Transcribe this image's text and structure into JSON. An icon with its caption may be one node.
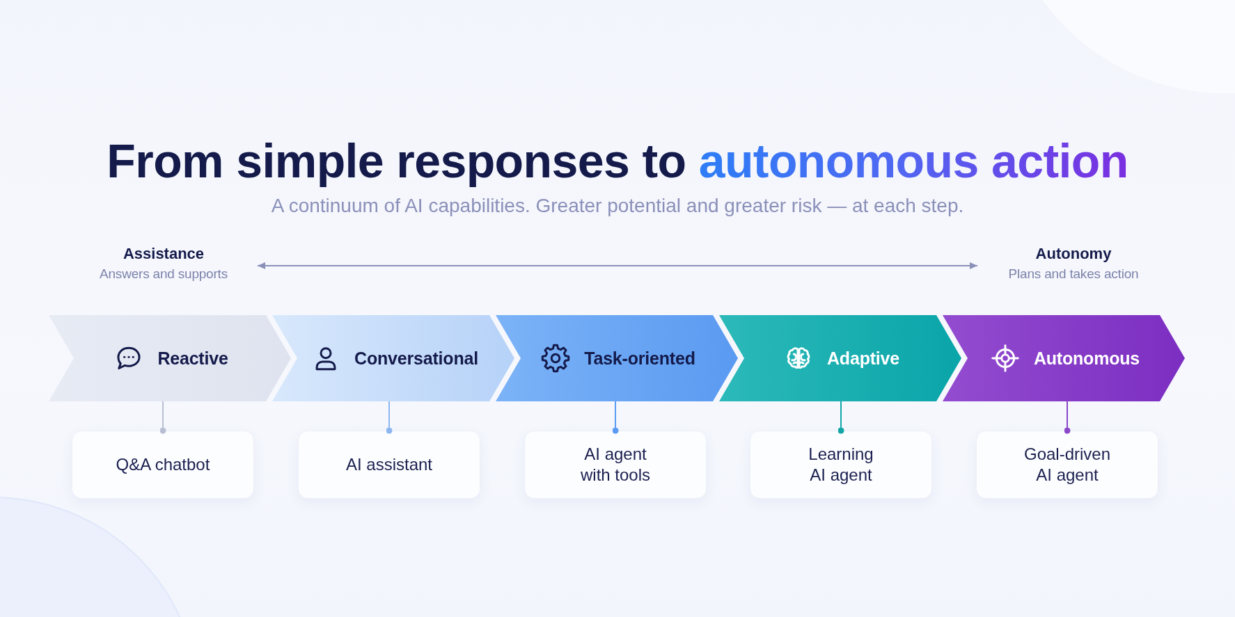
{
  "diagram": {
    "title": "From simple responses to *autonomous action*",
    "nodes": [
      {
        "text": [
          "Assistance",
          "Answers and supports"
        ]
      },
      {
        "text": [
          "Autonomy",
          "Plans and takes action"
        ]
      },
      {
        "text": [
          "Reactive"
        ]
      },
      {
        "text": [
          "Conversational"
        ]
      },
      {
        "text": [
          "Task-oriented"
        ]
      },
      {
        "text": [
          "Adaptive"
        ]
      },
      {
        "text": [
          "Autonomous"
        ]
      },
      {
        "text": [
          "Q&A chatbot"
        ]
      },
      {
        "text": [
          "AI assistant"
        ]
      },
      {
        "text": [
          "AI agent with tools"
        ]
      },
      {
        "text": [
          "Learning AI agent"
        ]
      },
      {
        "text": [
          "Goal-driven AI agent"
        ]
      }
    ],
    "edges": [
      {
        "from": 0,
        "to": 1,
        "arrow": "both"
      },
      {
        "from": 2,
        "to": 7,
        "arrow": "other",
        "color": "#b9bfd2"
      },
      {
        "from": 3,
        "to": 8,
        "arrow": "other",
        "color": "#8db6f0"
      },
      {
        "from": 4,
        "to": 9,
        "arrow": "other",
        "color": "#5b9cf2"
      },
      {
        "from": 5,
        "to": 10,
        "arrow": "other",
        "color": "#12a6a6"
      },
      {
        "from": 6,
        "to": 11,
        "arrow": "other",
        "color": "#8a48c8"
      }
    ],
    "labels": [
      "A continuum of AI capabilities. Greater potential and greater risk — at each step."
    ]
  }
}
